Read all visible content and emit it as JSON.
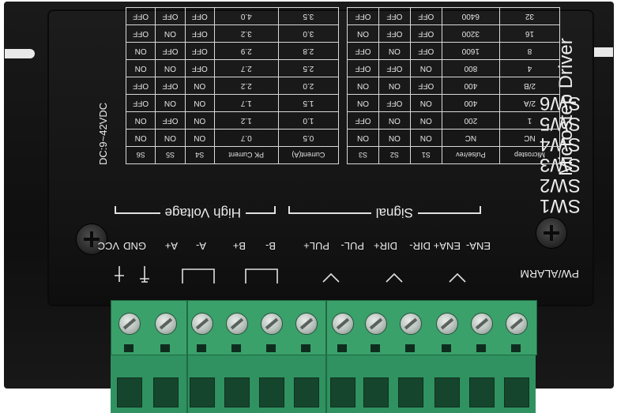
{
  "device": {
    "title": "Microstep Driver",
    "power_spec": "DC:9~42VDC",
    "switch_ids": [
      "SW6",
      "SW5",
      "SW4",
      "SW3",
      "SW2",
      "SW1"
    ],
    "sections": {
      "high_voltage": "High Voltage",
      "signal": "Signal"
    },
    "terminal_labels": [
      "VCC",
      "GND",
      "A+",
      "A-",
      "B+",
      "B-",
      "PUL+",
      "PUL-",
      "DIR+",
      "DIR-",
      "ENA+",
      "ENA-"
    ],
    "alarm_label": "PW/ALARM"
  },
  "microstep_table": {
    "headers": [
      "Microstep",
      "Pulse/rev",
      "S1",
      "S2",
      "S3"
    ],
    "rows": [
      [
        "NC",
        "NC",
        "ON",
        "ON",
        "ON"
      ],
      [
        "1",
        "200",
        "ON",
        "ON",
        "OFF"
      ],
      [
        "2/A",
        "400",
        "ON",
        "OFF",
        "ON"
      ],
      [
        "2/B",
        "400",
        "OFF",
        "ON",
        "ON"
      ],
      [
        "4",
        "800",
        "ON",
        "OFF",
        "OFF"
      ],
      [
        "8",
        "1600",
        "OFF",
        "ON",
        "OFF"
      ],
      [
        "16",
        "3200",
        "OFF",
        "OFF",
        "ON"
      ],
      [
        "32",
        "6400",
        "OFF",
        "OFF",
        "OFF"
      ]
    ]
  },
  "current_table": {
    "headers": [
      "Current(A)",
      "PK Current",
      "S4",
      "S5",
      "S6"
    ],
    "rows": [
      [
        "0.5",
        "0.7",
        "ON",
        "ON",
        "ON"
      ],
      [
        "1.0",
        "1.2",
        "ON",
        "OFF",
        "ON"
      ],
      [
        "1.5",
        "1.7",
        "ON",
        "ON",
        "OFF"
      ],
      [
        "2.0",
        "2.2",
        "ON",
        "OFF",
        "OFF"
      ],
      [
        "2.5",
        "2.7",
        "OFF",
        "ON",
        "ON"
      ],
      [
        "2.8",
        "2.9",
        "OFF",
        "OFF",
        "ON"
      ],
      [
        "3.0",
        "3.2",
        "OFF",
        "ON",
        "OFF"
      ],
      [
        "3.5",
        "4.0",
        "OFF",
        "OFF",
        "OFF"
      ]
    ]
  }
}
